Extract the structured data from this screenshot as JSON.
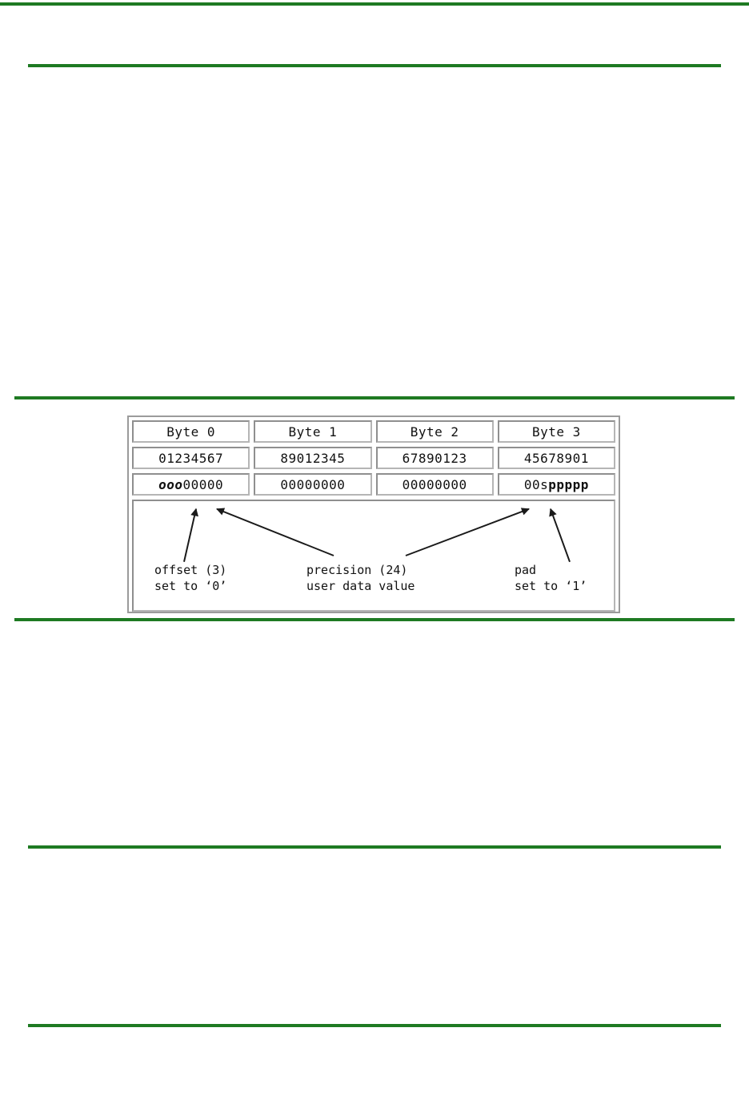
{
  "page": {
    "background_color": "#ffffff",
    "rule_color": "#1e7a22"
  },
  "rules": [
    {
      "name": "rule-top"
    },
    {
      "name": "rule-2"
    },
    {
      "name": "rule-3"
    },
    {
      "name": "rule-4"
    },
    {
      "name": "rule-5"
    },
    {
      "name": "rule-6"
    }
  ],
  "figure": {
    "byte_headers": [
      "Byte 0",
      "Byte 1",
      "Byte 2",
      "Byte 3"
    ],
    "bit_positions": [
      "01234567",
      "89012345",
      "67890123",
      "45678901"
    ],
    "bit_pattern": [
      {
        "emphasis": "ooo",
        "plain": "00000",
        "emphasis_style": "bold-italic",
        "emphasis_first": true
      },
      {
        "emphasis": "",
        "plain": "00000000",
        "emphasis_style": "none",
        "emphasis_first": false
      },
      {
        "emphasis": "",
        "plain": "00000000",
        "emphasis_style": "none",
        "emphasis_first": false
      },
      {
        "emphasis": "ppppp",
        "plain": "00s",
        "emphasis_style": "bold",
        "emphasis_first": false
      }
    ],
    "annotations": [
      {
        "name": "offset",
        "line1": "offset (3)",
        "line2": "set to ‘0’"
      },
      {
        "name": "precision",
        "line1": "precision (24)",
        "line2": "user data value"
      },
      {
        "name": "pad",
        "line1": "pad",
        "line2": "set to ‘1’"
      }
    ]
  }
}
